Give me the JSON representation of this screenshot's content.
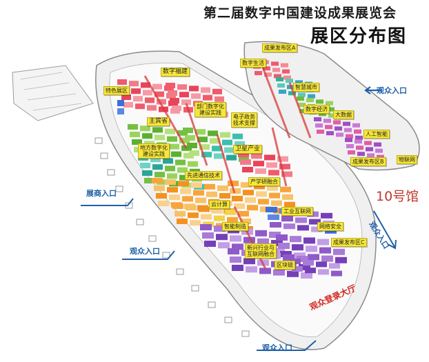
{
  "title": "第二届数字中国建设成果展览会",
  "subtitle": "展区分布图",
  "hall_label": "10号馆",
  "main_hall": {
    "zones": [
      {
        "name": "数字福建"
      },
      {
        "name": "特色展区"
      },
      {
        "name": "部门数字化\n建设实践"
      },
      {
        "name": "主宾省"
      },
      {
        "name": "电子政务\n技术支撑"
      },
      {
        "name": "地方数字化\n建设实践"
      },
      {
        "name": "卫星产业"
      },
      {
        "name": "先进通信技术"
      },
      {
        "name": "产学研融合"
      },
      {
        "name": "云计算"
      },
      {
        "name": "工业互联网"
      },
      {
        "name": "智能制造"
      },
      {
        "name": "网络安全"
      },
      {
        "name": "新兴行业与\n互联网融合"
      },
      {
        "name": "成果发布区C"
      },
      {
        "name": "区块链"
      }
    ]
  },
  "hall10": {
    "zones": [
      {
        "name": "成果发布区A"
      },
      {
        "name": "数字生活"
      },
      {
        "name": "智慧城市"
      },
      {
        "name": "数字经济"
      },
      {
        "name": "大数据"
      },
      {
        "name": "人工智能"
      },
      {
        "name": "成果发布区B"
      },
      {
        "name": "物联网"
      }
    ]
  },
  "entrances": {
    "top_right": "观众入口",
    "exhibitor": "展商入口",
    "right": "观众入口",
    "left_lower": "观众入口",
    "bottom": "观众入口"
  },
  "lobby": "观众登录大厅",
  "colors": {
    "zone_label": "#f7e73a",
    "entrance_text": "#1f5fa8",
    "lobby_text": "#d4231b",
    "hall_text": "#c0392b"
  }
}
